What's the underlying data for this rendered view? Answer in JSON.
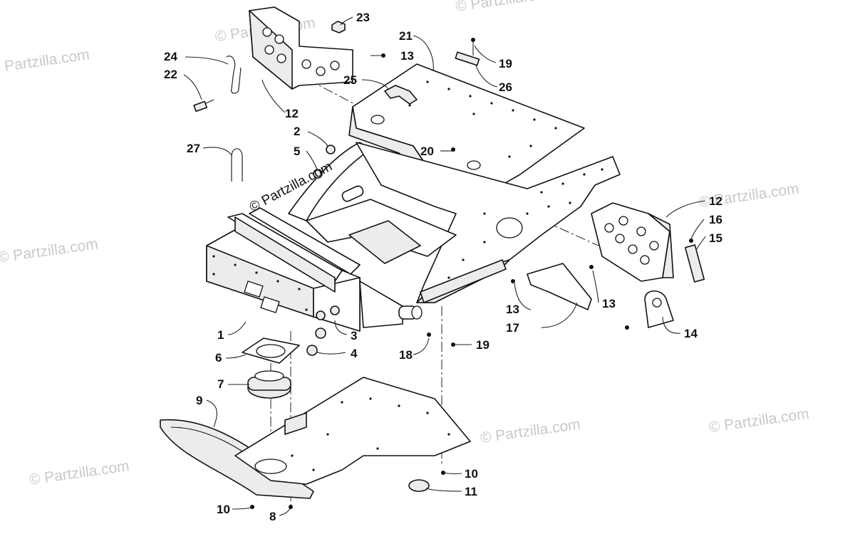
{
  "watermarks": {
    "main": "© Partzilla.com",
    "faint": "© Partzilla.com"
  },
  "callouts": {
    "c1": "1",
    "c2": "2",
    "c3": "3",
    "c4": "4",
    "c5": "5",
    "c6": "6",
    "c7": "7",
    "c8": "8",
    "c9": "9",
    "c10a": "10",
    "c10b": "10",
    "c11": "11",
    "c12a": "12",
    "c12b": "12",
    "c13a": "13",
    "c13b": "13",
    "c13c": "13",
    "c14": "14",
    "c15": "15",
    "c16": "16",
    "c17": "17",
    "c18": "18",
    "c19a": "19",
    "c19b": "19",
    "c20": "20",
    "c21": "21",
    "c22": "22",
    "c23": "23",
    "c24": "24",
    "c25": "25",
    "c26": "26",
    "c27": "27"
  }
}
